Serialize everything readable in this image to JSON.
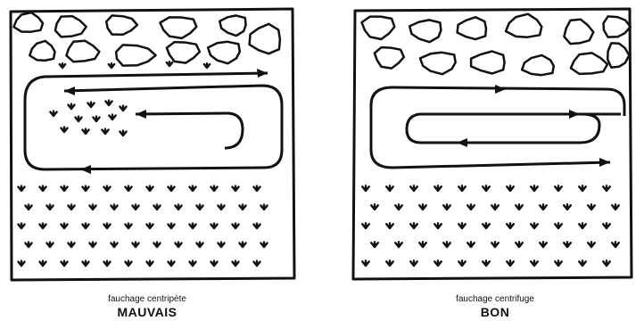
{
  "panels": [
    {
      "id": "left",
      "caption": "fauchage centripète",
      "verdict": "MAUVAIS"
    },
    {
      "id": "right",
      "caption": "fauchage centrifuge",
      "verdict": "BON"
    }
  ],
  "colors": {
    "ink": "#111111",
    "paper": "#ffffff"
  }
}
